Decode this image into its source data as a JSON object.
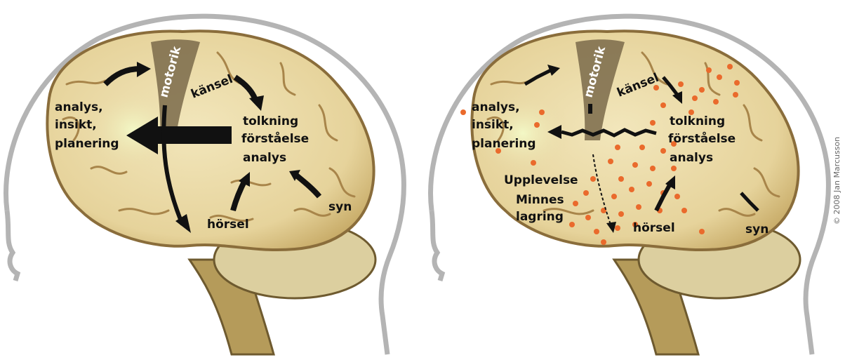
{
  "colors": {
    "head_outline": "#b4b4b4",
    "brain_fill": "#e9d9a6",
    "brain_stroke": "#8a6d3b",
    "cerebellum": "#dccf9f",
    "brainstem": "#b59b5a",
    "motor_strip": "#7a6a4a",
    "arrow": "#111111",
    "dots": "#ea6a2c",
    "frontal_glow": "#f0f5c0"
  },
  "left_brain": {
    "labels": {
      "motorik": "motorik",
      "kansel": "känsel",
      "frontal": [
        "analys,",
        "insikt,",
        "planering"
      ],
      "center": [
        "tolkning",
        "förståelse",
        "analys"
      ],
      "horsel": "hörsel",
      "syn": "syn"
    }
  },
  "right_brain": {
    "labels": {
      "motorik": "motorik",
      "kansel": "känsel",
      "frontal": [
        "analys,",
        "insikt,",
        "planering"
      ],
      "center": [
        "tolkning",
        "förståelse",
        "analys"
      ],
      "upplevelse": "Upplevelse",
      "minnes": [
        "Minnes",
        "lagring"
      ],
      "horsel": "hörsel",
      "syn": "syn"
    }
  },
  "copyright": "© 2008 Jan Marcusson"
}
